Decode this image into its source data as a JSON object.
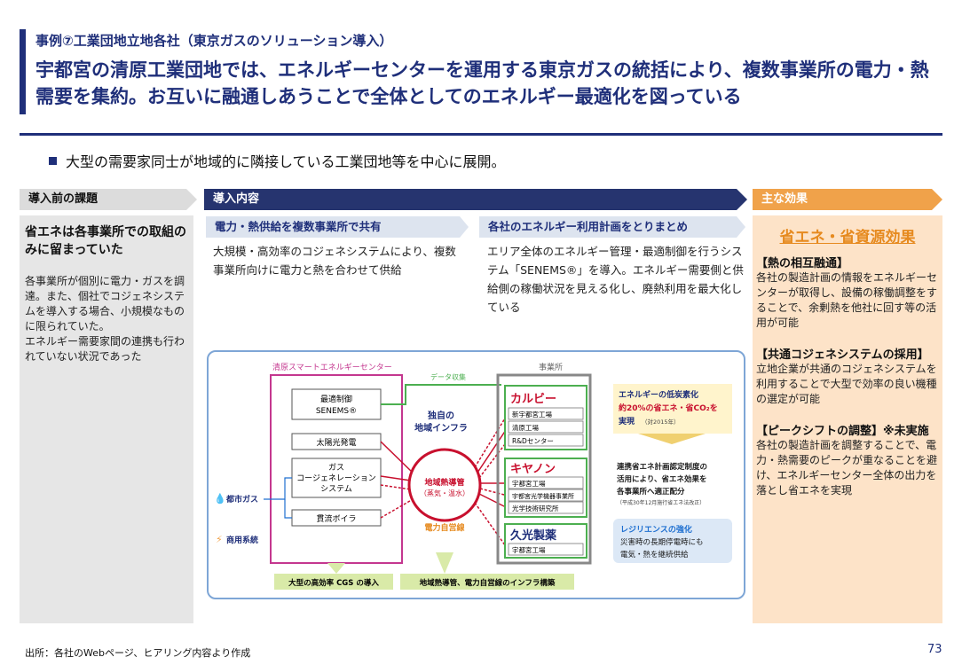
{
  "header": {
    "case_title": "事例⑦工業団地立地各社（東京ガスのソリューション導入）",
    "headline": "宇都宮の清原工業団地では、エネルギーセンターを運用する東京ガスの統括により、複数事業所の電力・熱需要を集約。お互いに融通しあうことで全体としてのエネルギー最適化を図っている"
  },
  "bullet": "大型の需要家同士が地域的に隣接している工業団地等を中心に展開。",
  "sections": {
    "before": "導入前の課題",
    "content": "導入内容",
    "effect": "主な効果"
  },
  "issue": {
    "title": "省エネは各事業所での取組のみに留まっていた",
    "body": "各事業所が個別に電力・ガスを調達。また、個社でコジェネシステムを導入する場合、小規模なものに限られていた。\nエネルギー需要家間の連携も行われていない状況であった"
  },
  "content": {
    "sub1_label": "電力・熱供給を複数事業所で共有",
    "sub1_text": "大規模・高効率のコジェネシステムにより、複数事業所向けに電力と熱を合わせて供給",
    "sub2_label": "各社のエネルギー利用計画をとりまとめ",
    "sub2_text": "エリア全体のエネルギー管理・最適制御を行うシステム「SENEMS®」を導入。エネルギー需要側と供給側の稼働状況を見える化し、廃熱利用を最大化している"
  },
  "diagram": {
    "center_title": "清原スマートエネルギーセンター",
    "office_title": "事業所",
    "data_label": "データ収集",
    "senems": [
      "最適制御",
      "SENEMS®"
    ],
    "solar": "太陽光発電",
    "cgs": [
      "ガス",
      "コージェネレーション",
      "システム"
    ],
    "boiler": "貫流ボイラ",
    "city_gas": "都市ガス",
    "grid": "商用系統",
    "infra": [
      "独自の",
      "地域インフラ"
    ],
    "heat_pipe": [
      "地域熱導管",
      "（蒸気・温水）"
    ],
    "power_line": "電力自営線",
    "company1": "カルビー",
    "company1_sites": [
      "新宇都宮工場",
      "清原工場",
      "R&Dセンター"
    ],
    "company2": "キヤノン",
    "company2_sites": [
      "宇都宮工場",
      "宇都宮光学機器事業所",
      "光学技術研究所"
    ],
    "company3": "久光製薬",
    "company3_sites": [
      "宇都宮工場"
    ],
    "callout1": [
      "エネルギーの低炭素化",
      "約20%の省エネ・省CO₂を",
      "実現",
      "（対2015年）"
    ],
    "callout2": [
      "連携省エネ計画認定制度の",
      "活用により、省エネ効果を",
      "各事業所へ適正配分",
      "（平成30年12月施行省エネ法改正）"
    ],
    "callout3": [
      "レジリエンスの強化",
      "災害時の長期停電時にも",
      "電気・熱を継続供給"
    ],
    "bottom1": "大型の高効率 CGS の導入",
    "bottom2": "地域熱導管、電力自営線のインフラ構築"
  },
  "effects": {
    "headline": "省エネ・省資源効果",
    "items": [
      {
        "h": "【熱の相互融通】",
        "b": "各社の製造計画の情報をエネルギーセンターが取得し、設備の稼働調整をすることで、余剰熱を他社に回す等の活用が可能"
      },
      {
        "h": "【共通コジェネシステムの採用】",
        "b": "立地企業が共通のコジェネシステムを利用することで大型で効率の良い機種の選定が可能"
      },
      {
        "h": "【ピークシフトの調整】※未実施",
        "b": "各社の製造計画を調整することで、電力・熱需要のピークが重なることを避け、エネルギーセンター全体の出力を落とし省エネを実現"
      }
    ]
  },
  "footer": "出所：各社のWebページ、ヒアリング内容より作成",
  "page_number": "73",
  "colors": {
    "navy": "#1f2f7a",
    "orange": "#f0a24a",
    "red": "#c8102e",
    "magenta": "#c4378f",
    "green": "#4caf50",
    "light_blue": "#dce8f6"
  }
}
